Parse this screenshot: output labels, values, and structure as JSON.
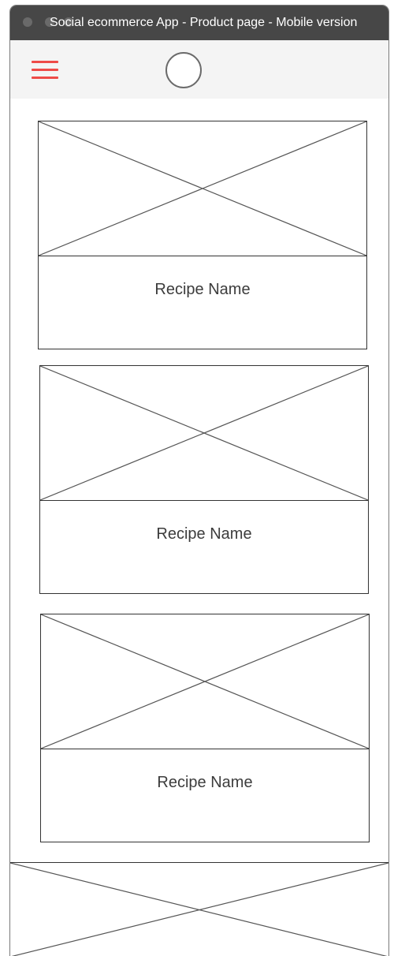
{
  "window": {
    "title": "Social ecommerce App - Product page - Mobile version"
  },
  "header": {
    "menu_icon": "hamburger-menu-icon",
    "logo_icon": "circle-logo-placeholder",
    "menu_color": "#ee4b48"
  },
  "recipes": [
    {
      "name": "Recipe Name",
      "image": "image-placeholder"
    },
    {
      "name": "Recipe Name",
      "image": "image-placeholder"
    },
    {
      "name": "Recipe Name",
      "image": "image-placeholder"
    }
  ],
  "footer": {
    "image": "image-placeholder"
  }
}
